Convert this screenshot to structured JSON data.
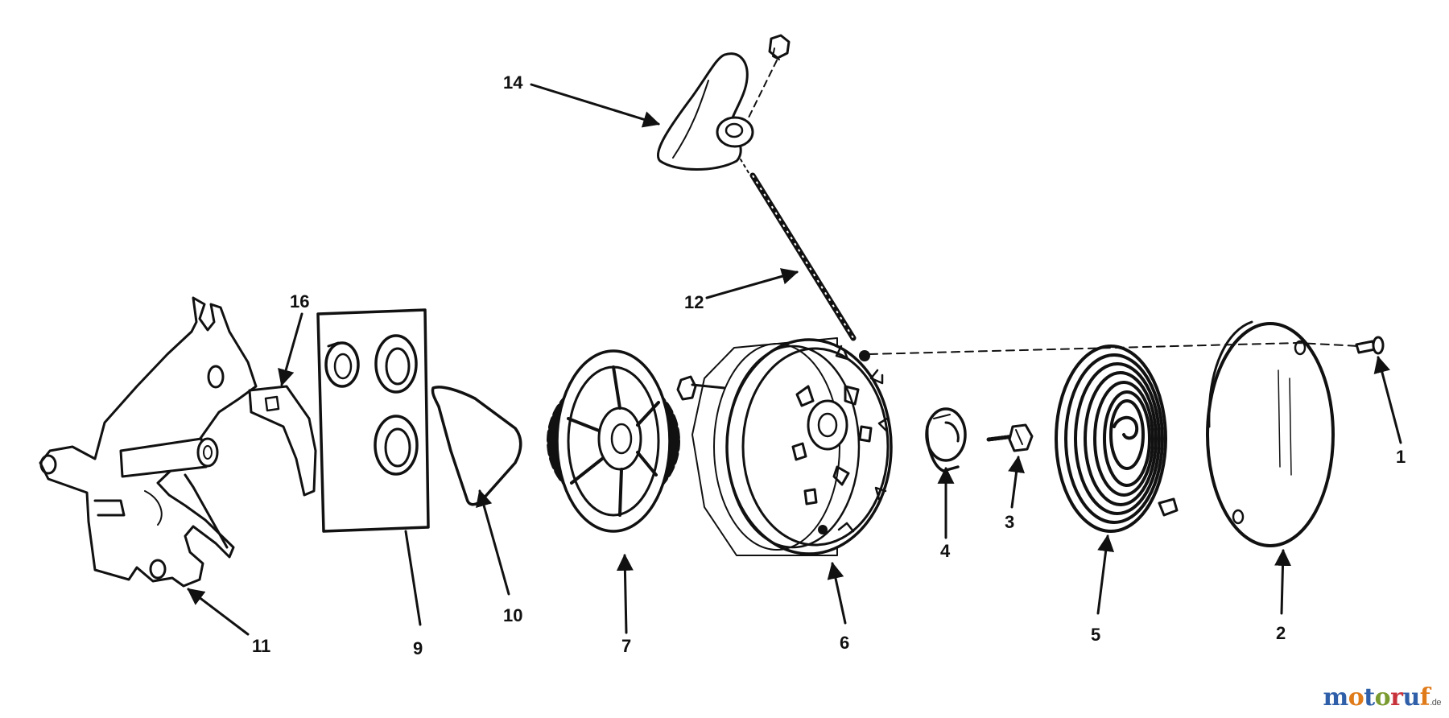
{
  "diagram": {
    "parts": [
      {
        "id": "part-1",
        "label": "1"
      },
      {
        "id": "part-2",
        "label": "2"
      },
      {
        "id": "part-3",
        "label": "3"
      },
      {
        "id": "part-4",
        "label": "4"
      },
      {
        "id": "part-5",
        "label": "5"
      },
      {
        "id": "part-6",
        "label": "6"
      },
      {
        "id": "part-7",
        "label": "7"
      },
      {
        "id": "part-9",
        "label": "9"
      },
      {
        "id": "part-10",
        "label": "10"
      },
      {
        "id": "part-11",
        "label": "11"
      },
      {
        "id": "part-12",
        "label": "12"
      },
      {
        "id": "part-14",
        "label": "14"
      },
      {
        "id": "part-16",
        "label": "16"
      }
    ]
  },
  "watermark": {
    "letters": [
      "m",
      "o",
      "t",
      "o",
      "r",
      "u",
      "f"
    ],
    "colors": [
      "#2e5fa8",
      "#e07b1a",
      "#2e5fa8",
      "#7a9b2f",
      "#c8323a",
      "#2e5fa8",
      "#e07b1a"
    ],
    "suffix": ".de"
  }
}
